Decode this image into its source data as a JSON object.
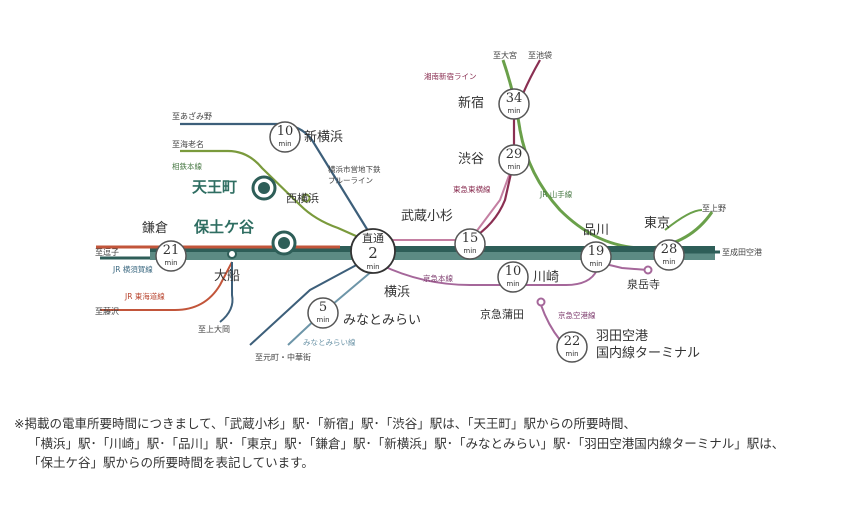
{
  "min_unit": "min",
  "hub": {
    "top": "直通",
    "num": "2",
    "unit": "min"
  },
  "times": {
    "shinyokohama": "10",
    "shinjuku": "34",
    "shibuya": "29",
    "musashikosugi": "15",
    "kamakura": "21",
    "kawasaki": "10",
    "shinagawa": "19",
    "tokyo": "28",
    "minatomirai": "5",
    "haneda": "22"
  },
  "stations": {
    "tennocho": "天王町",
    "hodogaya": "保土ケ谷",
    "shinyokohama": "新横浜",
    "nishiyaesu": "西横浜",
    "shinjuku": "新宿",
    "shibuya": "渋谷",
    "musashikosugi": "武蔵小杉",
    "kamakura": "鎌倉",
    "ofuna": "大船",
    "yokohama": "横浜",
    "kawasaki": "川崎",
    "shinagawa": "品川",
    "tokyo": "東京",
    "minatomirai": "みなとみらい",
    "keikyu_kamata": "京急蒲田",
    "sengakuji": "泉岳寺",
    "haneda_1": "羽田空港",
    "haneda_2": "国内線ターミナル"
  },
  "destinations": {
    "azamino": "至あざみ野",
    "ebina": "至海老名",
    "zushi": "至逗子",
    "fujisawa": "至藤沢",
    "kamiooka": "至上大岡",
    "motomachi": "至元町・中華街",
    "omiya": "至大宮",
    "ikebukuro": "至池袋",
    "ueno": "至上野",
    "narita": "至成田空港"
  },
  "lines": {
    "shonan_shinjuku": "湘南新宿ライン",
    "sotetsu": "相鉄本線",
    "municipal_subway_1": "横浜市営地下鉄",
    "municipal_subway_2": "ブルーライン",
    "tokyu_toyoko": "東急東横線",
    "jr_yamanote": "JR 山手線",
    "jr_yokosuka": "JR 横須賀線",
    "jr_tokaido": "JR 東海道線",
    "keikyu_main": "京急本線",
    "keikyu_airport": "京急空港線",
    "minatomirai_line": "みなとみらい線"
  },
  "note": {
    "line1": "※掲載の電車所要時間につきまして、「武蔵小杉」駅･「新宿」駅･「渋谷」駅は、「天王町」駅からの所要時間、",
    "line2": "「横浜」駅･「川崎」駅･「品川」駅･「東京」駅･「鎌倉」駅･「新横浜」駅･「みなとみらい」駅･「羽田空港国内線ターミナル」駅は、",
    "line3": "「保土ケ谷」駅からの所要時間を表記しています。"
  },
  "colors": {
    "band": "#2e5e58",
    "yamanote": "#6aa04a",
    "shonan": "#8a2f52",
    "tokyu": "#c47fa2",
    "keikyu": "#a5679a",
    "tokaido": "#c2553a",
    "blueline": "#3d5f7a",
    "sotetsu": "#7a9a3c",
    "minatomirai": "#6d95a8"
  }
}
